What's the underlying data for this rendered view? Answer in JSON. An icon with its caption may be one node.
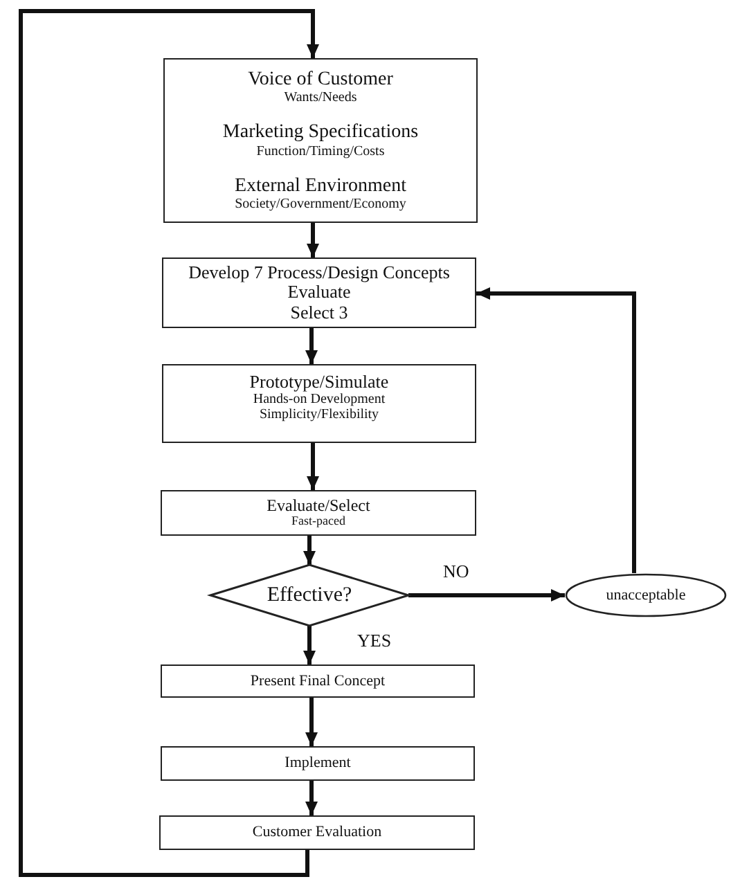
{
  "diagram": {
    "nodes": [
      {
        "text": [
          "Voice of Customer",
          "Wants/Needs",
          "Marketing Specifications",
          "Function/Timing/Costs",
          "External Environment",
          "Society/Government/Economy"
        ]
      },
      {
        "text": [
          "Develop 7 Process/Design Concepts",
          "Evaluate",
          "Select 3"
        ]
      },
      {
        "text": [
          "Prototype/Simulate",
          "Hands-on Development",
          "Simplicity/Flexibility"
        ]
      },
      {
        "text": [
          "Evaluate/Select",
          "Fast-paced"
        ]
      },
      {
        "text": [
          "Effective?"
        ]
      },
      {
        "text": [
          "unacceptable"
        ]
      },
      {
        "text": [
          "Present Final Concept"
        ]
      },
      {
        "text": [
          "Implement"
        ]
      },
      {
        "text": [
          "Customer Evaluation"
        ]
      }
    ],
    "edges": [
      {
        "from": 0,
        "to": 1,
        "arrow": "to"
      },
      {
        "from": 1,
        "to": 2,
        "arrow": "to"
      },
      {
        "from": 2,
        "to": 3,
        "arrow": "to"
      },
      {
        "from": 3,
        "to": 4,
        "arrow": "to"
      },
      {
        "from": 4,
        "to": 5,
        "label": "NO",
        "arrow": "to"
      },
      {
        "from": 5,
        "to": 1,
        "arrow": "to"
      },
      {
        "from": 4,
        "to": 6,
        "label": "YES",
        "arrow": "to"
      },
      {
        "from": 6,
        "to": 7,
        "arrow": "to"
      },
      {
        "from": 7,
        "to": 8,
        "arrow": "to"
      },
      {
        "from": 8,
        "to": 0,
        "arrow": "to"
      }
    ]
  }
}
